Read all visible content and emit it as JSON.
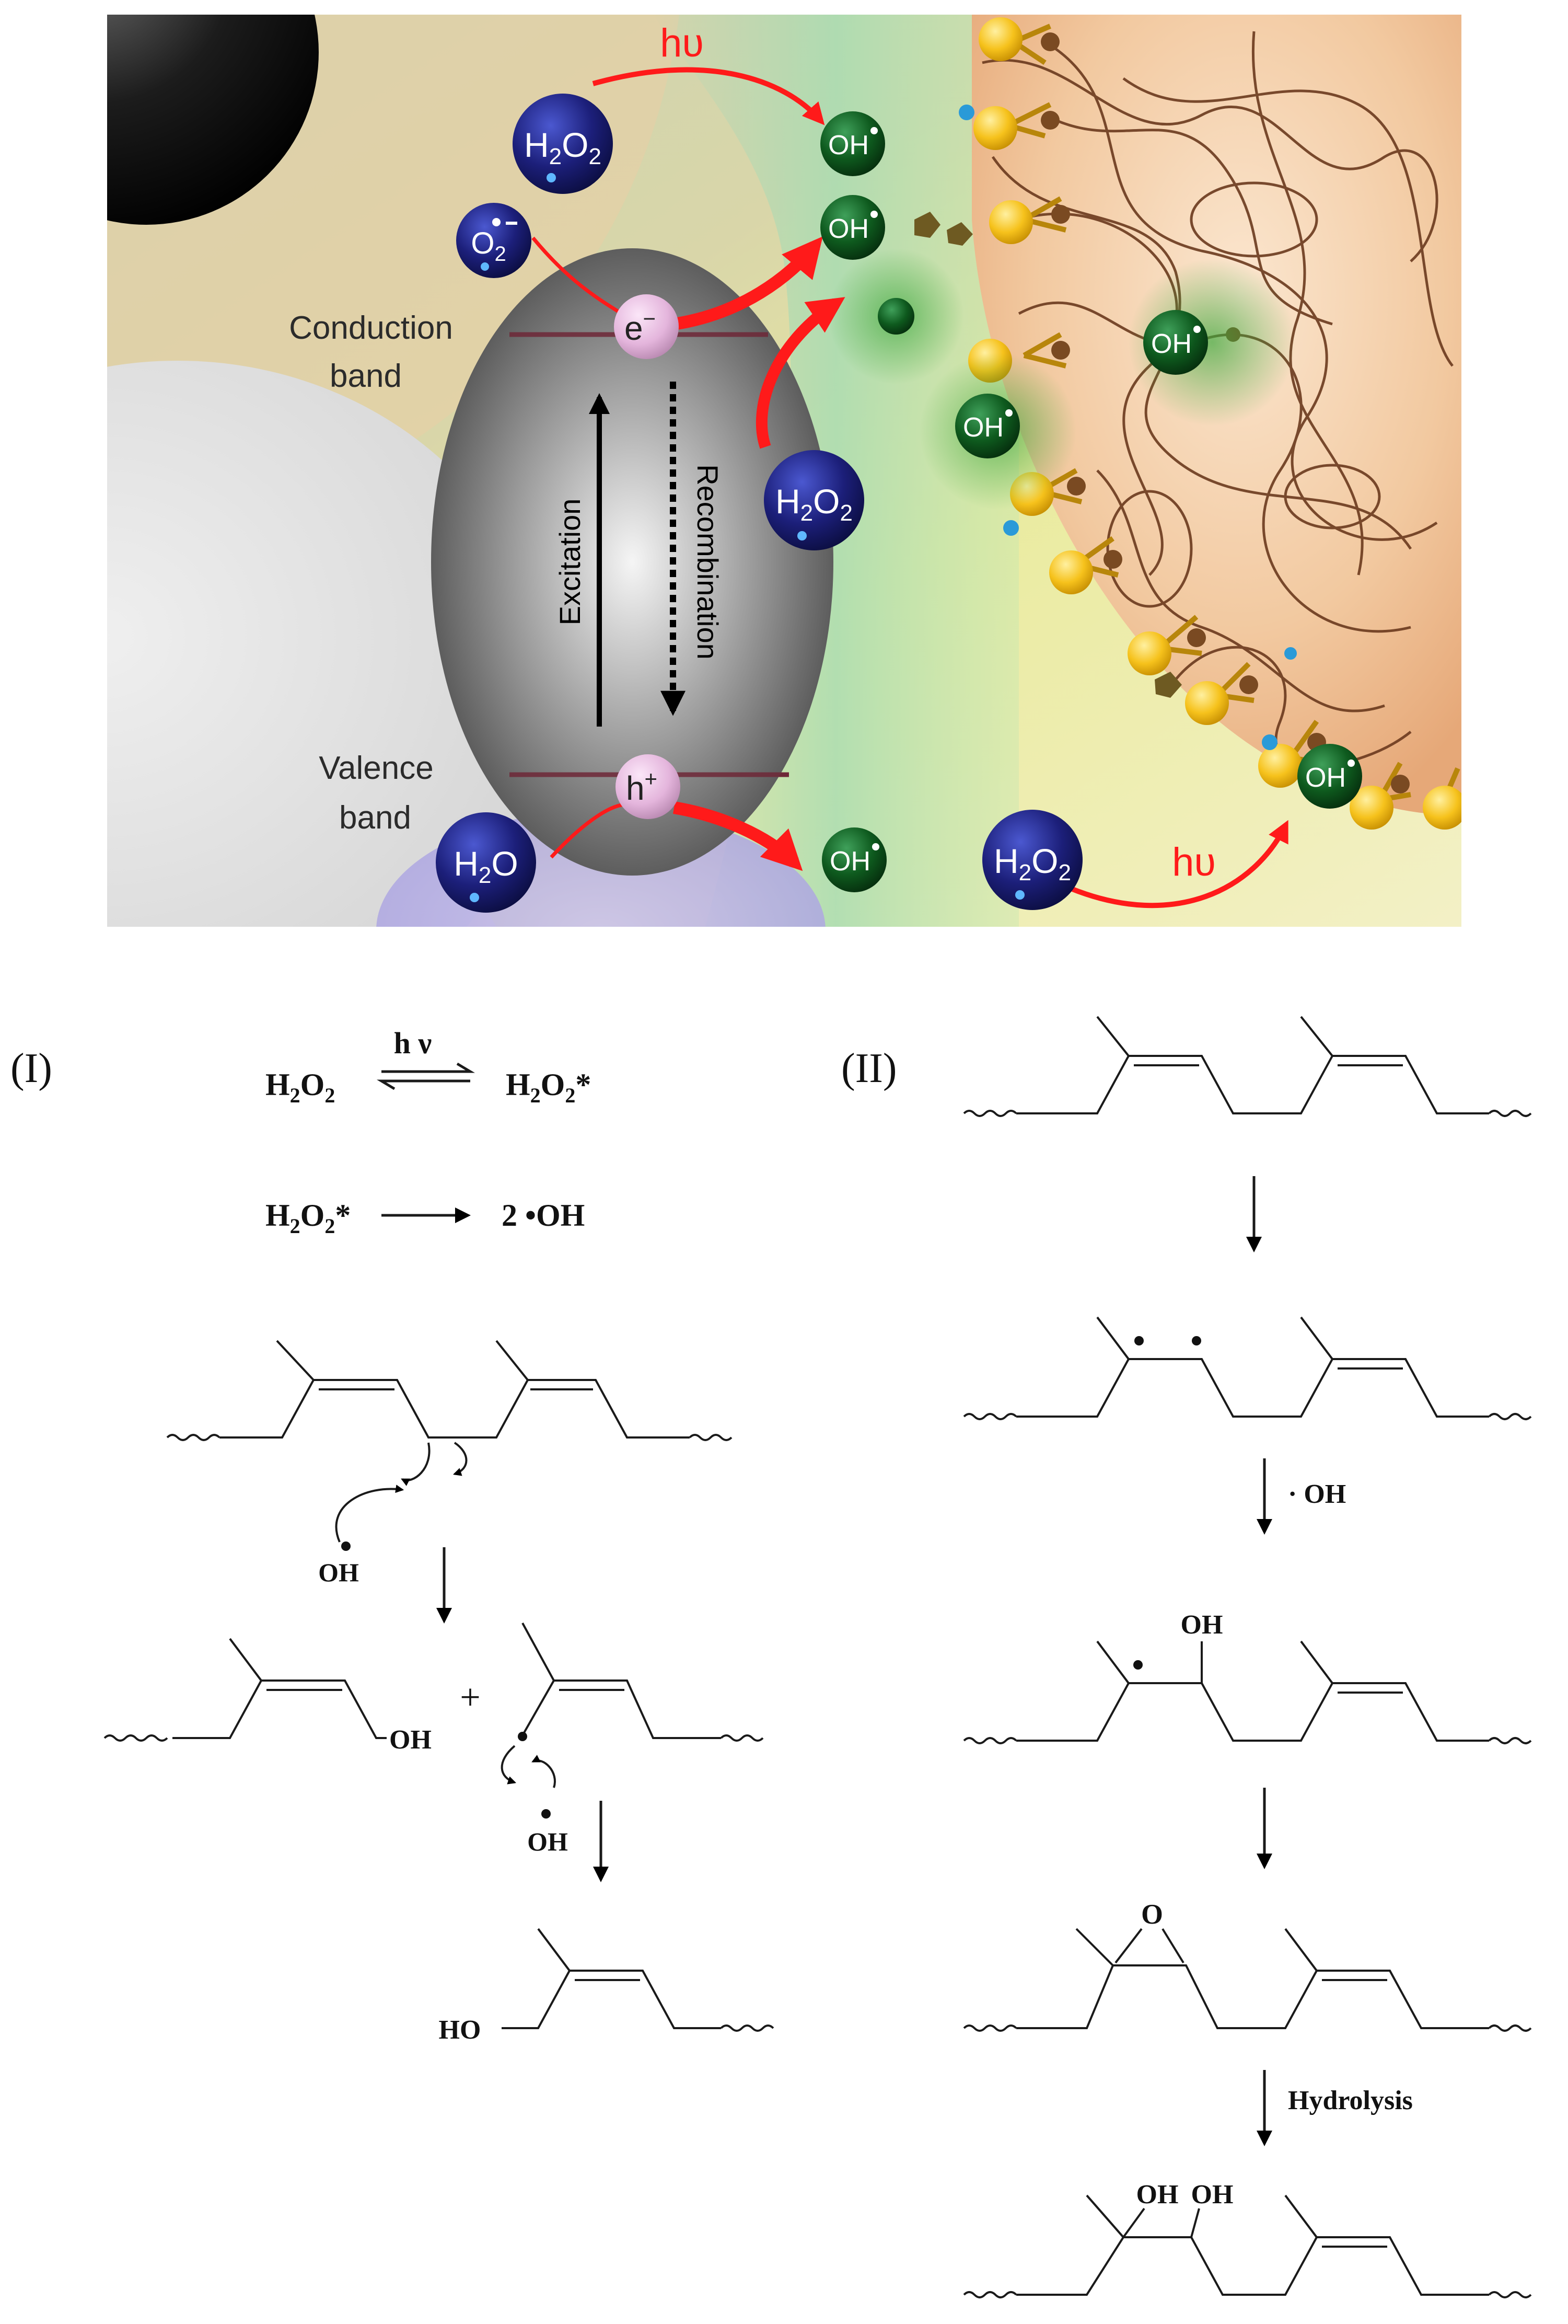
{
  "top_panel": {
    "labels": {
      "hv_top": "hυ",
      "hv_bottom": "hυ",
      "conduction_1": "Conduction",
      "conduction_2": "band",
      "valence_1": "Valence",
      "valence_2": "band",
      "excitation": "Excitation",
      "recombination": "Recombination",
      "electron": "e",
      "electron_sup": "−",
      "hole": "h",
      "hole_sup": "+",
      "h2o2_main": "H",
      "h2o2_sub": "2",
      "h2o2_o": "O",
      "h2o2_sub2": "2",
      "o2_main": "O",
      "o2_sub": "2",
      "h2o_main": "H",
      "h2o_sub": "2",
      "h2o_o": "O",
      "oh": "OH"
    },
    "colors": {
      "arrow_red": "#ff1a1a",
      "oxidant_sphere": "#1c1f7a",
      "radical_sphere": "#0e5a1e",
      "carrier_sphere": "#e4b5dc",
      "band_line": "#6e2838",
      "polymer_fiber": "#6b3a1e",
      "polymer_bg": "#f1c8a0",
      "gold_bead": "#f6c21c"
    }
  },
  "mechanism_I": {
    "label": "(I)",
    "hv": "h ν",
    "h2o2": "H",
    "h2o2_sub": "2",
    "h2o2_o": "O",
    "h2o2_sub2": "2",
    "h2o2_star": "H",
    "h2o2_star_sub": "2",
    "h2o2_star_o": "O",
    "h2o2_star_sub2": "2",
    "star": "*",
    "line2_left_h": "H",
    "line2_left_sub": "2",
    "line2_left_o": "O",
    "line2_left_sub2": "2",
    "line2_left_star": "*",
    "line2_right": "2  •OH",
    "oh_label_1": "OH",
    "oh_label_2": "OH",
    "oh_product_1": "OH",
    "plus": "+",
    "ho_product": "HO"
  },
  "mechanism_II": {
    "label": "(II)",
    "oh_reagent": "· OH",
    "oh_group": "OH",
    "epoxide_o": "O",
    "hydrolysis": "Hydrolysis",
    "diol_1": "OH",
    "diol_2": "OH"
  }
}
